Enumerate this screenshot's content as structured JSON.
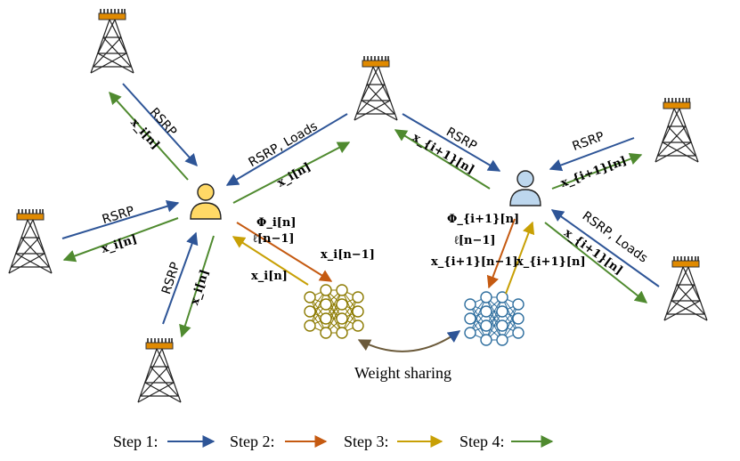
{
  "colors": {
    "step1": "#2e5597",
    "step2": "#c55a11",
    "step3": "#c8a005",
    "step4": "#4f8a2f",
    "user_left_fill": "#ffd966",
    "user_right_fill": "#bdd7ee",
    "nn_left": "#8c7a00",
    "nn_right": "#2e6e9e",
    "weight_share": "#6b5a3a"
  },
  "labels": {
    "rsrp": "RSRP",
    "rsrp_loads": "RSRP, Loads",
    "x_i_n": "x_i[n]",
    "x_i1_n": "x_{i+1}[n]",
    "phi_i_n": "Φ_i[n]",
    "ell_n1": "ℓ[n−1]",
    "x_i_n1": "x_i[n−1]",
    "phi_i1_n": "Φ_{i+1}[n]",
    "x_i1_n1": "x_{i+1}[n−1]",
    "weight_sharing": "Weight sharing"
  },
  "legend": [
    {
      "label": "Step 1:",
      "color": "#2e5597"
    },
    {
      "label": "Step 2:",
      "color": "#c55a11"
    },
    {
      "label": "Step 3:",
      "color": "#c8a005"
    },
    {
      "label": "Step 4:",
      "color": "#4f8a2f"
    }
  ],
  "icons": {
    "tower": "cell-tower-icon",
    "user": "user-icon",
    "network": "neural-network-icon"
  }
}
